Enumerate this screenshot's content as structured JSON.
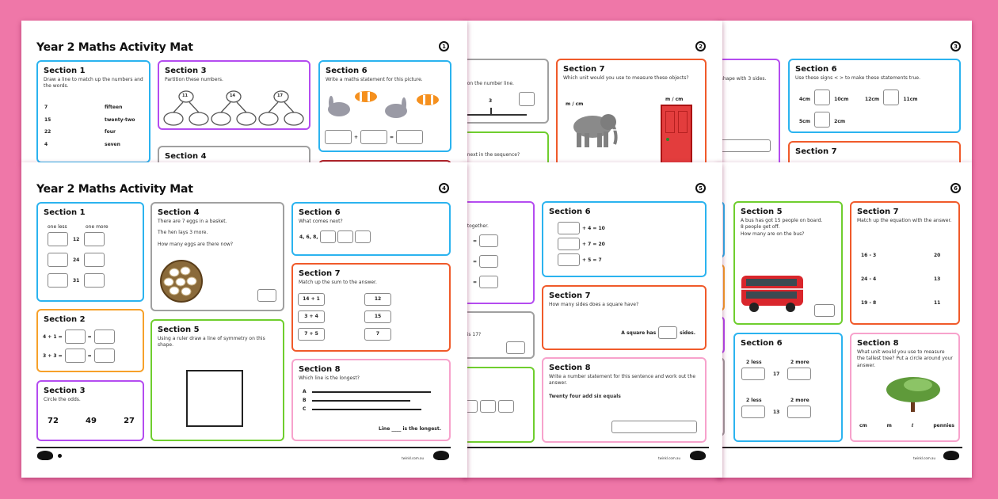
{
  "background_color": "#ef77a8",
  "title": "Year 2 Maths Activity Mat",
  "footer_url": "twinkl.com.au",
  "sheets": {
    "sheet1": {
      "page_number": "1",
      "section1": {
        "title": "Section 1",
        "instruction": "Draw a line to match up the numbers and the words.",
        "numbers": [
          "7",
          "15",
          "22",
          "4"
        ],
        "words": [
          "fifteen",
          "twenty-two",
          "four",
          "seven"
        ]
      },
      "section3": {
        "title": "Section 3",
        "instruction": "Partition these numbers.",
        "numbers": [
          "11",
          "14",
          "17"
        ]
      },
      "section4": {
        "title": "Section 4"
      },
      "section6": {
        "title": "Section 6",
        "instruction": "Write a maths statement for this picture.",
        "operators": [
          "+",
          "="
        ]
      }
    },
    "sheet2": {
      "page_number": "2",
      "partial_text_1": "...on the number line.",
      "number_line_label": "3",
      "partial_text_2": "...next in the sequence?",
      "section7": {
        "title": "Section 7",
        "instruction": "Which unit would you use to measure these objects?",
        "label_elephant": "m / cm",
        "label_door": "m / cm"
      }
    },
    "sheet3": {
      "page_number": "3",
      "partial_text": "...shape with 3 sides.",
      "section6": {
        "title": "Section 6",
        "instruction": "Use these signs < > to make these statements true.",
        "items": [
          {
            "left": "4cm",
            "right": "10cm"
          },
          {
            "left": "12cm",
            "right": "11cm"
          },
          {
            "left": "5cm",
            "right": "2cm"
          }
        ]
      },
      "section7": {
        "title": "Section 7"
      }
    },
    "sheet4": {
      "page_number": "4",
      "section1": {
        "title": "Section 1",
        "col_left": "one less",
        "col_right": "one more",
        "numbers": [
          "12",
          "24",
          "31"
        ]
      },
      "section2": {
        "title": "Section 2",
        "rows": [
          "4 + 1 =",
          "3 + 3 ="
        ],
        "operator": "="
      },
      "section3": {
        "title": "Section 3",
        "instruction": "Circle the odds.",
        "numbers": [
          "72",
          "49",
          "27"
        ]
      },
      "section4": {
        "title": "Section 4",
        "lines": [
          "There are 7 eggs in a basket.",
          "The hen lays 3 more.",
          "How many eggs are there now?"
        ]
      },
      "section5": {
        "title": "Section 5",
        "instruction": "Using a ruler draw a line of symmetry on this shape."
      },
      "section6": {
        "title": "Section 6",
        "instruction": "What comes next?",
        "sequence": "4, 6, 8,"
      },
      "section7": {
        "title": "Section 7",
        "instruction": "Match up the sum to the answer.",
        "sums": [
          "14 + 1",
          "3 + 4",
          "7 + 5"
        ],
        "answers": [
          "12",
          "15",
          "7"
        ]
      },
      "section8": {
        "title": "Section 8",
        "instruction": "Which line is the longest?",
        "labels": [
          "A",
          "B",
          "C"
        ],
        "answer_text": "Line ____ is the longest."
      }
    },
    "sheet5": {
      "page_number": "5",
      "partial_text_1": "...together.",
      "partial_text_2": "...is 17?",
      "section6": {
        "title": "Section 6",
        "equations": [
          "+ 4 = 10",
          "+ 7 = 20",
          "+ 5 = 7"
        ]
      },
      "section7": {
        "title": "Section 7",
        "instruction": "How many sides does a square have?",
        "answer_prefix": "A square has",
        "answer_suffix": "sides."
      },
      "section8": {
        "title": "Section 8",
        "instruction": "Write a number statement for this sentence and work out the answer.",
        "sentence": "Twenty four add six equals"
      }
    },
    "sheet6": {
      "page_number": "6",
      "section5": {
        "title": "Section 5",
        "lines": [
          "A bus has got 15 people on board.",
          "8 people get off.",
          "How many are on the bus?"
        ]
      },
      "section6": {
        "title": "Section 6",
        "col_left": "2 less",
        "col_right": "2 more",
        "numbers": [
          "17",
          "13"
        ]
      },
      "section7": {
        "title": "Section 7",
        "instruction": "Match up the equation with the answer.",
        "equations": [
          "16 - 3",
          "24 - 4",
          "19 - 8"
        ],
        "answers": [
          "20",
          "13",
          "11"
        ]
      },
      "section8": {
        "title": "Section 8",
        "instruction": "What unit would you use to measure the tallest tree? Put a circle around your answer.",
        "units": [
          "cm",
          "m",
          "ℓ",
          "pennies"
        ]
      }
    }
  }
}
